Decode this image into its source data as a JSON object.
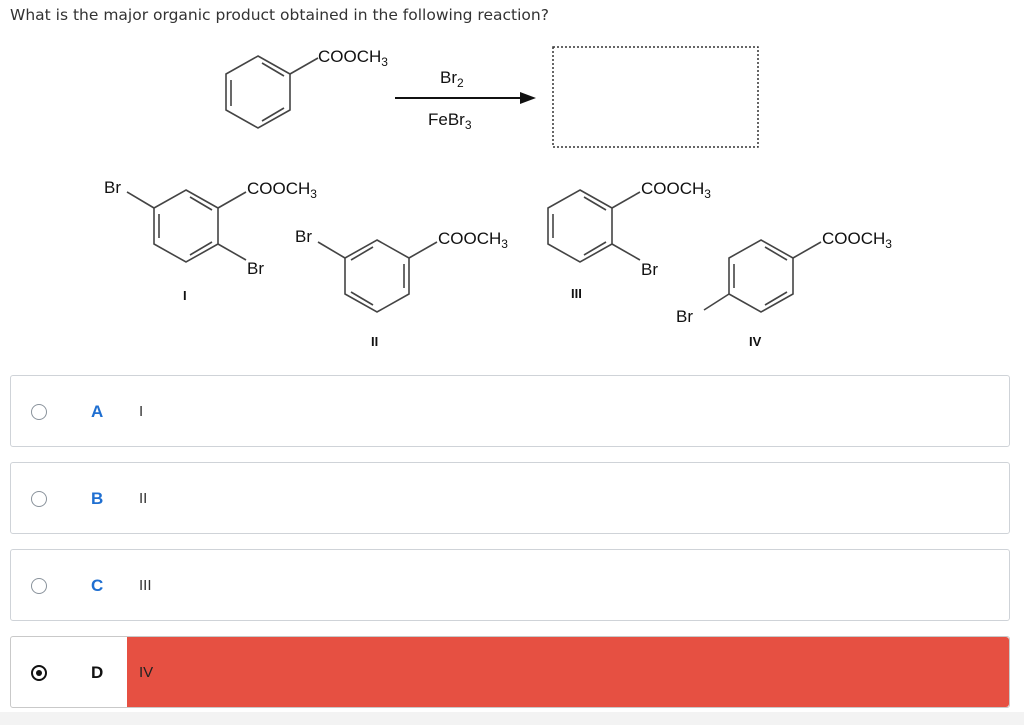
{
  "question": "What is the major organic product obtained in the following reaction?",
  "reaction": {
    "substituent": "COOCH3",
    "reagent_top": "Br2",
    "reagent_bottom": "FeBr3"
  },
  "candidates": [
    {
      "roman": "I",
      "labels": [
        "Br",
        "COOCH3",
        "Br"
      ]
    },
    {
      "roman": "II",
      "labels": [
        "Br",
        "COOCH3"
      ]
    },
    {
      "roman": "III",
      "labels": [
        "COOCH3",
        "Br"
      ]
    },
    {
      "roman": "IV",
      "labels": [
        "COOCH3",
        "Br"
      ]
    }
  ],
  "options": [
    {
      "letter": "A",
      "answer": "I",
      "selected": false
    },
    {
      "letter": "B",
      "answer": "II",
      "selected": false
    },
    {
      "letter": "C",
      "answer": "III",
      "selected": false
    },
    {
      "letter": "D",
      "answer": "IV",
      "selected": true
    }
  ],
  "colors": {
    "accent_letter": "#1f6fd1",
    "selected_fill": "#e65042",
    "border": "#cfd3d8"
  }
}
